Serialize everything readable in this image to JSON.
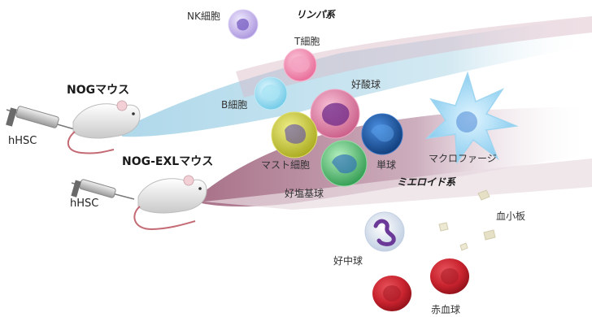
{
  "labels": {
    "nk_cell": "NK細胞",
    "lymphoid": "リンパ系",
    "t_cell": "T細胞",
    "nog_mouse": "NOGマウス",
    "b_cell": "B細胞",
    "eosinophil": "好酸球",
    "hhsc_top": "hHSC",
    "mast_cell": "マスト細胞",
    "monocyte": "単球",
    "macrophage": "マクロファージ",
    "nog_exl_mouse": "NOG-EXLマウス",
    "myeloid": "ミエロイド系",
    "basophil": "好塩基球",
    "hhsc_bottom": "hHSC",
    "platelet": "血小板",
    "neutrophil": "好中球",
    "red_blood_cell": "赤血球"
  },
  "colors": {
    "lymphoid_stream": "#bcdcea",
    "myeloid_stream": "#a86b82",
    "t_cell": "#ef7fa6",
    "b_cell": "#8fdcf0",
    "nk_cell": "#b9a6e6",
    "eosinophil": "#e07aa0",
    "mast_cell": "#cfcf3c",
    "monocyte": "#1f5ea8",
    "basophil": "#4fbf70",
    "macrophage": "#8fd0f0",
    "red_blood_cell": "#c8232e",
    "neutrophil": "#7a4aa0",
    "platelet": "#e8e3c8"
  }
}
